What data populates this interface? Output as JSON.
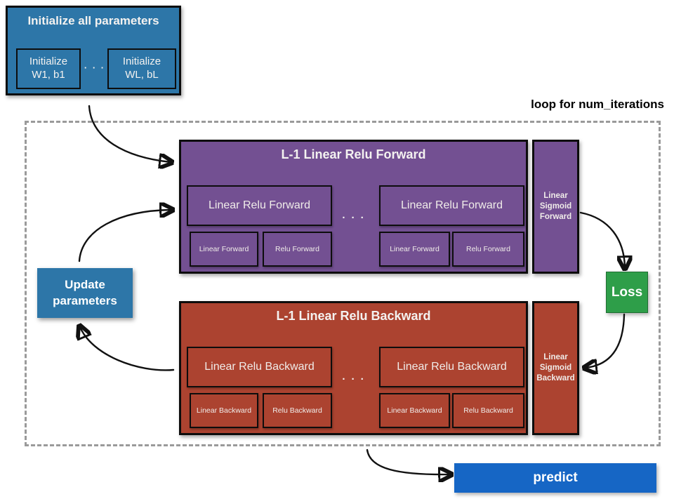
{
  "init": {
    "title": "Initialize all parameters",
    "box1": "Initialize\nW1, b1",
    "dots": "· · ·",
    "box2": "Initialize\nWL, bL"
  },
  "loop": {
    "label": "loop for num_iterations"
  },
  "forward": {
    "title": "L-1 Linear Relu Forward",
    "block1": {
      "label": "Linear Relu Forward",
      "sub1": "Linear Forward",
      "sub2": "Relu Forward"
    },
    "dots": "· · ·",
    "block2": {
      "label": "Linear Relu Forward",
      "sub1": "Linear Forward",
      "sub2": "Relu Forward"
    },
    "sigmoid": "Linear\nSigmoid\nForward"
  },
  "backward": {
    "title": "L-1 Linear Relu Backward",
    "block1": {
      "label": "Linear Relu Backward",
      "sub1": "Linear Backward",
      "sub2": "Relu Backward"
    },
    "dots": "· · ·",
    "block2": {
      "label": "Linear Relu Backward",
      "sub1": "Linear Backward",
      "sub2": "Relu Backward"
    },
    "sigmoid": "Linear\nSigmoid\nBackward"
  },
  "loss": {
    "label": "Loss"
  },
  "update": {
    "label": "Update\nparameters"
  },
  "predict": {
    "label": "predict"
  },
  "colors": {
    "steel_blue": "#2d76a8",
    "purple": "#735092",
    "brick_red": "#ac4330",
    "green": "#2e9e49",
    "bright_blue": "#1666c5"
  }
}
